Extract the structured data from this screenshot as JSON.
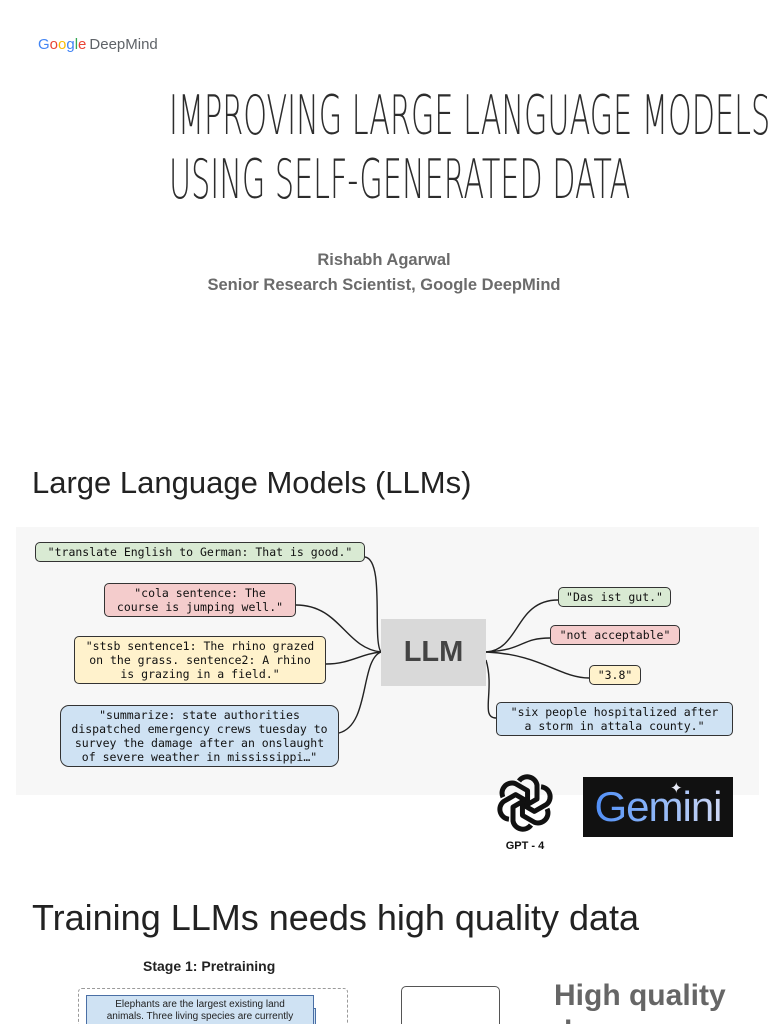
{
  "logo": {
    "google": [
      "G",
      "o",
      "o",
      "g",
      "l",
      "e"
    ],
    "deepmind": "DeepMind"
  },
  "title": {
    "line1": "Improving large language models",
    "line2": "using self-generated data"
  },
  "author": {
    "name": "Rishabh Agarwal",
    "role": "Senior Research Scientist, Google DeepMind"
  },
  "section1": {
    "heading": "Large Language Models (LLMs)",
    "inputs": [
      "\"translate English to German: That is good.\"",
      "\"cola sentence: The\ncourse is jumping well.\"",
      "\"stsb sentence1: The rhino grazed\non the grass. sentence2: A rhino\nis grazing in a field.\"",
      "\"summarize: state authorities\ndispatched emergency crews tuesday to\nsurvey the damage after an onslaught\nof severe weather in mississippi…\""
    ],
    "center": "LLM",
    "outputs": [
      "\"Das ist gut.\"",
      "\"not acceptable\"",
      "\"3.8\"",
      "\"six people hospitalized after\na storm in attala county.\""
    ],
    "gpt_label": "GPT - 4",
    "gemini_label": "Gemini"
  },
  "section2": {
    "heading": "Training LLMs needs high quality data",
    "stage": "Stage 1: Pretraining",
    "snippet": "Elephants are the largest existing land\nanimals. Three living species are currently",
    "side_text": "High quality\nda"
  },
  "colors": {
    "green": "#d9ead3",
    "red": "#f4cccc",
    "yellow": "#fff2cc",
    "blue": "#cfe2f3"
  }
}
